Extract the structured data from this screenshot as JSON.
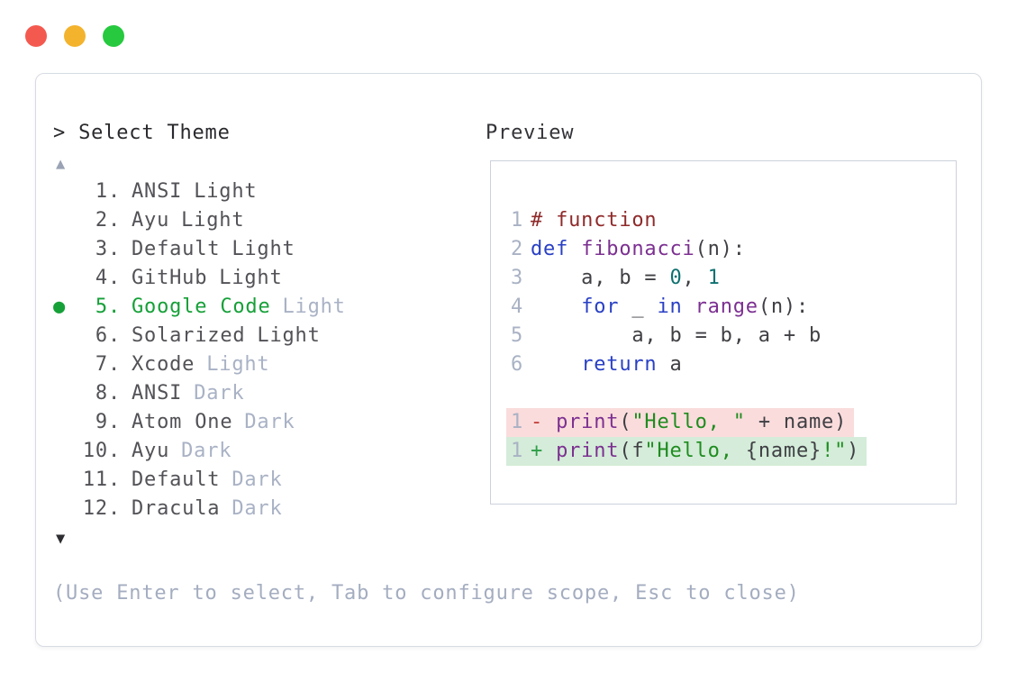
{
  "window": {
    "controls": [
      {
        "name": "close",
        "color": "#f4594f"
      },
      {
        "name": "minimize",
        "color": "#f3b32d"
      },
      {
        "name": "maximize",
        "color": "#27c93f"
      }
    ]
  },
  "palette": {
    "accent_green": "#16a038",
    "muted_text": "#a4adc0",
    "dark_text": "#2a2a2e",
    "list_text": "#525257",
    "panel_border": "#d7dbe3",
    "preview_border": "#ccd1db",
    "diff_removed_bg": "#fadcdc",
    "diff_added_bg": "#d4ecd9",
    "comment": "#8f2a2a",
    "keyword": "#2940c4",
    "function": "#7c3091",
    "literal": "#0e7070",
    "string": "#1f8c1f"
  },
  "header": {
    "title": "> Select Theme"
  },
  "scroll": {
    "up_icon": "▲",
    "down_icon": "▼"
  },
  "list": {
    "selected_number": 5,
    "selected_marker": "●",
    "items": [
      {
        "num": "1.",
        "name": "ANSI",
        "suffix": "Light"
      },
      {
        "num": "2.",
        "name": "Ayu",
        "suffix": "Light"
      },
      {
        "num": "3.",
        "name": "Default",
        "suffix": "Light"
      },
      {
        "num": "4.",
        "name": "GitHub",
        "suffix": "Light"
      },
      {
        "num": "5.",
        "name": "Google Code",
        "suffix": "Light"
      },
      {
        "num": "6.",
        "name": "Solarized",
        "suffix": "Light"
      },
      {
        "num": "7.",
        "name": "Xcode",
        "suffix": "Light"
      },
      {
        "num": "8.",
        "name": "ANSI",
        "suffix": "Dark"
      },
      {
        "num": "9.",
        "name": "Atom One",
        "suffix": "Dark"
      },
      {
        "num": "10.",
        "name": "Ayu",
        "suffix": "Dark"
      },
      {
        "num": "11.",
        "name": "Default",
        "suffix": "Dark"
      },
      {
        "num": "12.",
        "name": "Dracula",
        "suffix": "Dark"
      }
    ]
  },
  "preview": {
    "label": "Preview",
    "code": [
      {
        "n": "1",
        "tokens": [
          {
            "t": "# function"
          }
        ]
      },
      {
        "n": "2",
        "tokens": [
          {
            "t": "def"
          },
          {
            "t": " "
          },
          {
            "t": "fibonacci"
          },
          {
            "t": "(n):"
          }
        ]
      },
      {
        "n": "3",
        "tokens": [
          {
            "t": "    a, b = "
          },
          {
            "t": "0"
          },
          {
            "t": ", "
          },
          {
            "t": "1"
          }
        ]
      },
      {
        "n": "4",
        "tokens": [
          {
            "t": "    "
          },
          {
            "t": "for"
          },
          {
            "t": " _ "
          },
          {
            "t": "in"
          },
          {
            "t": " "
          },
          {
            "t": "range"
          },
          {
            "t": "(n):"
          }
        ]
      },
      {
        "n": "5",
        "tokens": [
          {
            "t": "        a, b = b, a + b"
          }
        ]
      },
      {
        "n": "6",
        "tokens": [
          {
            "t": "    "
          },
          {
            "t": "return"
          },
          {
            "t": " a"
          }
        ]
      }
    ],
    "diff": [
      {
        "n": "1",
        "tokens": [
          {
            "t": "- "
          },
          {
            "t": "print"
          },
          {
            "t": "("
          },
          {
            "t": "\"Hello, \""
          },
          {
            "t": " + name)"
          }
        ]
      },
      {
        "n": "1",
        "tokens": [
          {
            "t": "+ "
          },
          {
            "t": "print"
          },
          {
            "t": "(f"
          },
          {
            "t": "\"Hello, "
          },
          {
            "t": "{name}"
          },
          {
            "t": "!\""
          },
          {
            "t": ")"
          }
        ]
      }
    ]
  },
  "footer": {
    "hint": "(Use Enter to select, Tab to configure scope, Esc to close)"
  }
}
